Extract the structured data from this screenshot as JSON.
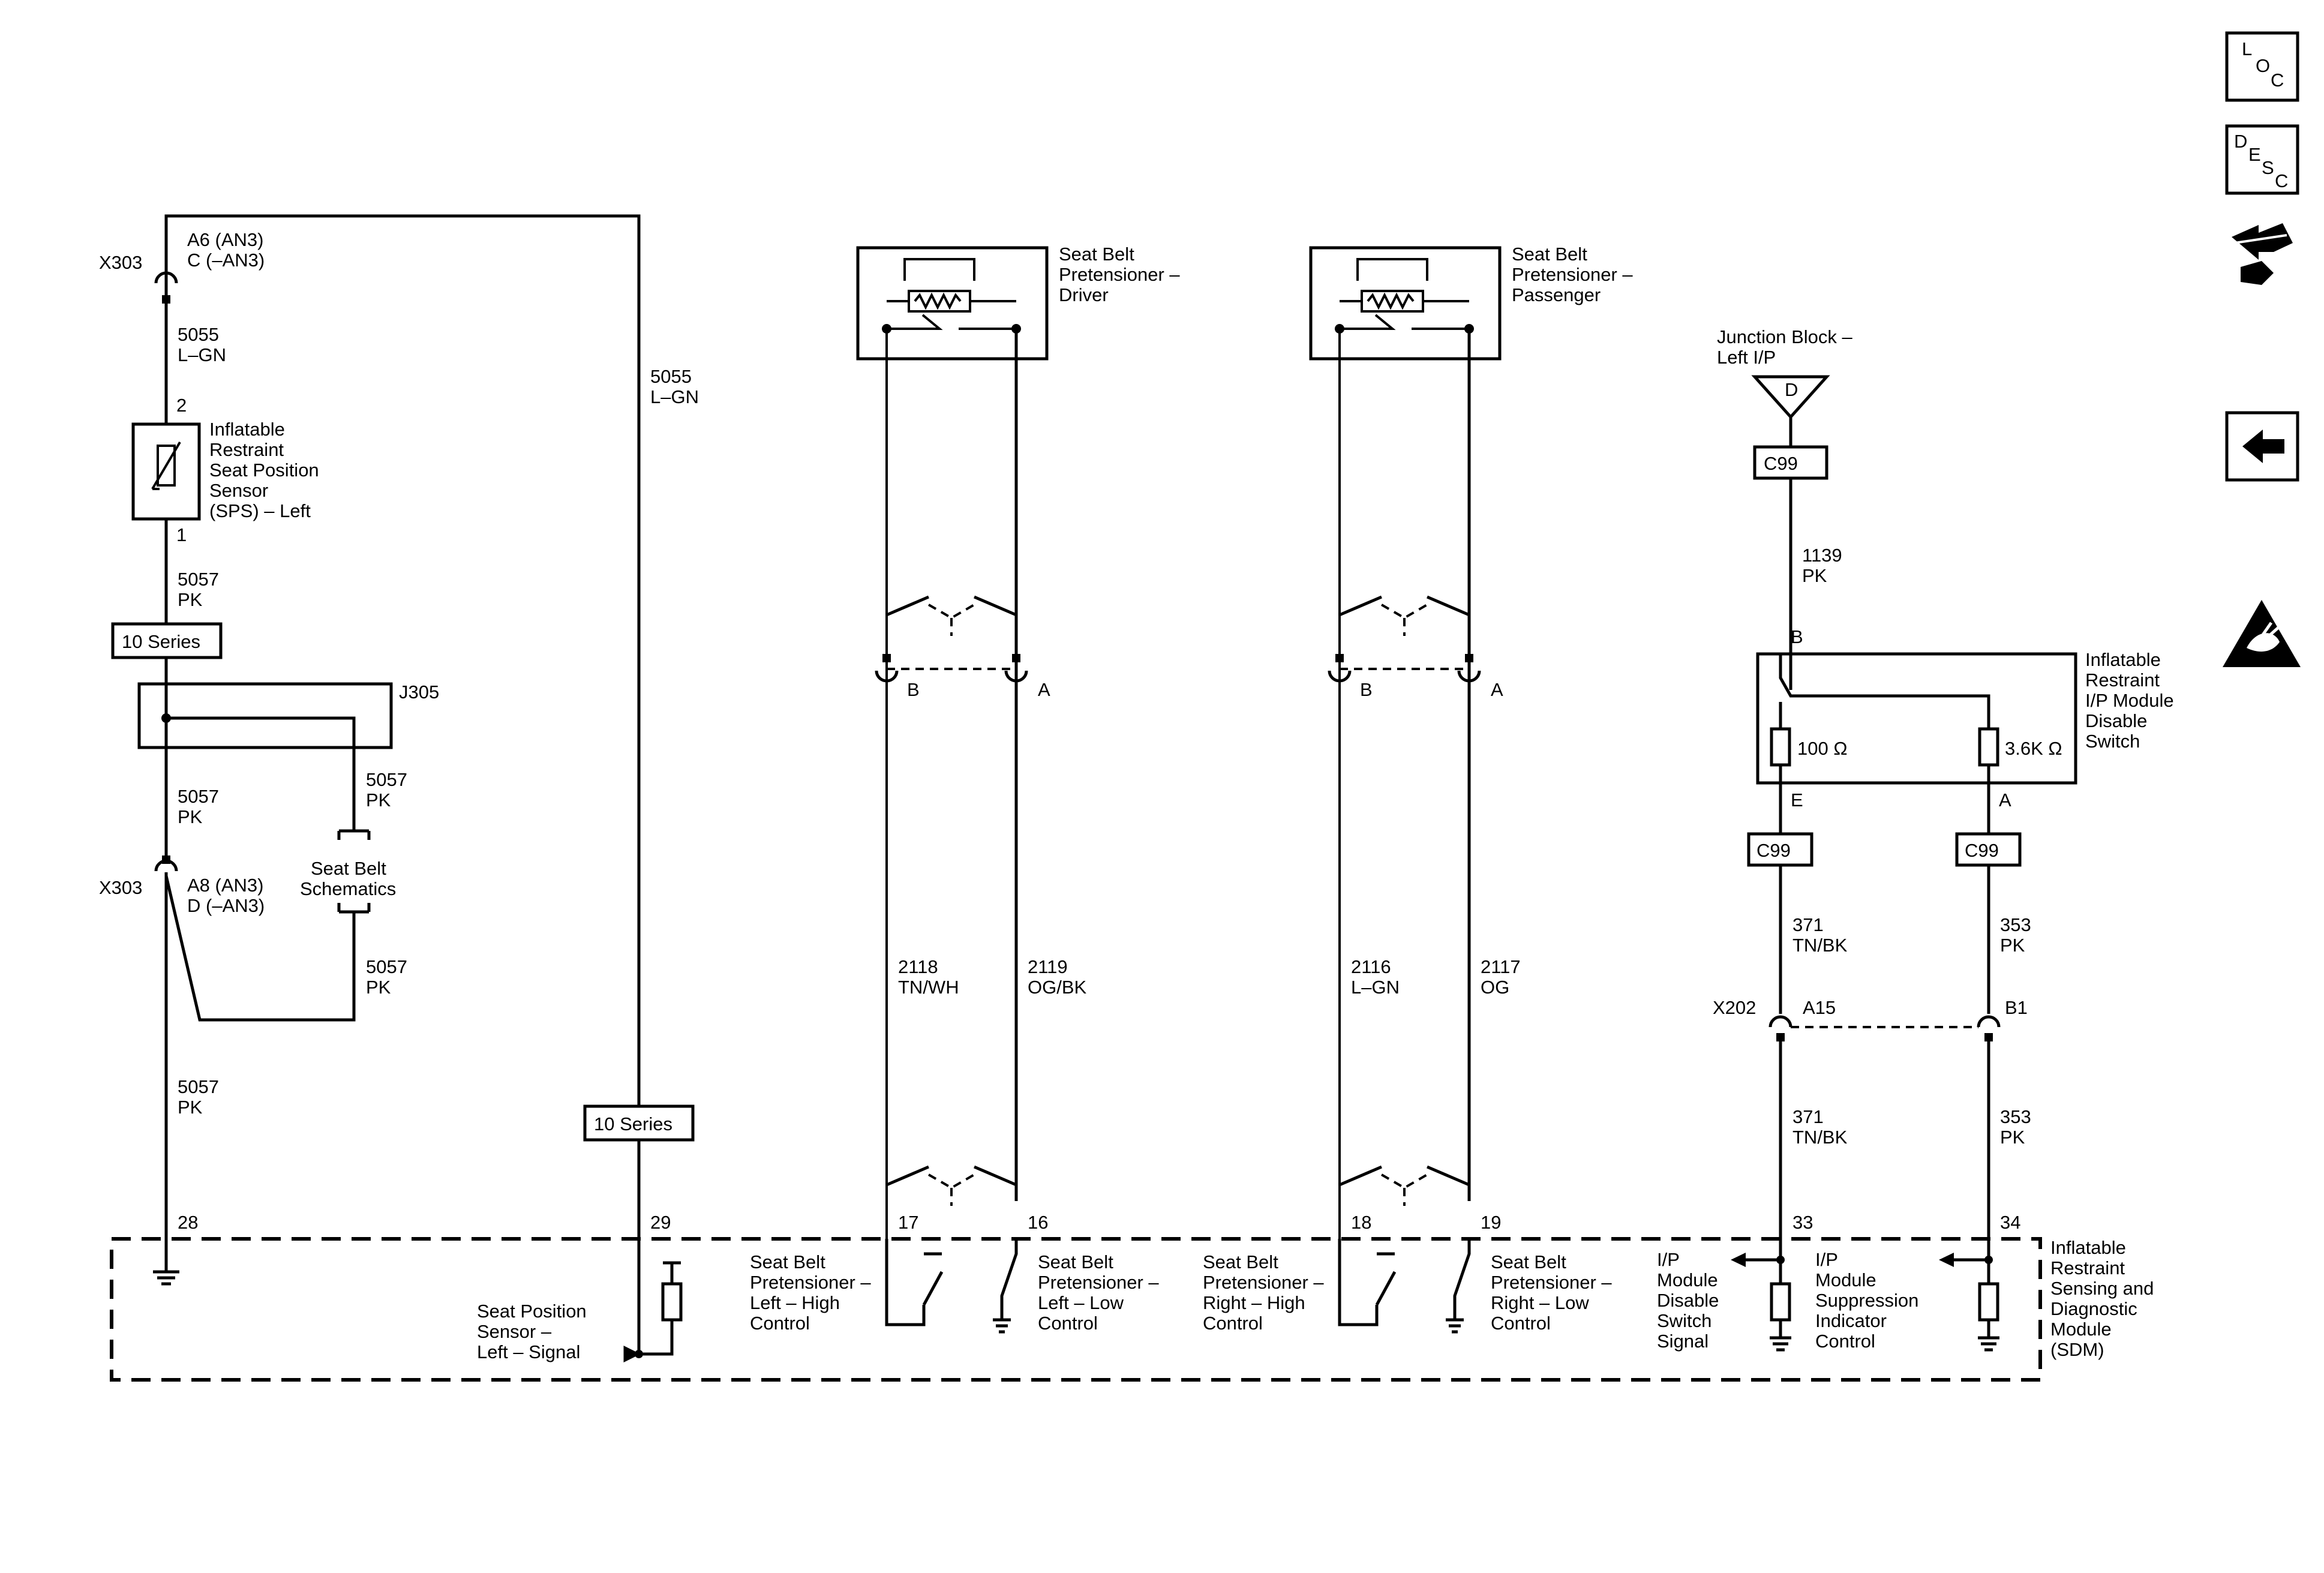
{
  "connectors": {
    "x303": "X303",
    "x303_top_pin_a": "A6 (AN3)",
    "x303_top_pin_c": "C (–AN3)",
    "x303_bottom_pin_a": "A8 (AN3)",
    "x303_bottom_pin_d": "D (–AN3)",
    "j305": "J305",
    "x202": "X202",
    "x202_pin_a15": "A15",
    "x202_pin_b1": "B1",
    "c99": "C99",
    "ten_series": "10 Series",
    "junction_block_d": "D"
  },
  "wires": {
    "w5055": "5055",
    "lgn": "L–GN",
    "w5057": "5057",
    "pk": "PK",
    "w2118": "2118",
    "tnwh": "TN/WH",
    "w2119": "2119",
    "ogbk": "OG/BK",
    "w2116": "2116",
    "w2117": "2117",
    "og": "OG",
    "w1139": "1139",
    "w371": "371",
    "tnbk": "TN/BK",
    "w353": "353"
  },
  "pins": {
    "p2": "2",
    "p1": "1",
    "p28": "28",
    "p29": "29",
    "p17": "17",
    "p16": "16",
    "p18": "18",
    "p19": "19",
    "p33": "33",
    "p34": "34",
    "pB": "B",
    "pA": "A",
    "pE": "E"
  },
  "components": {
    "sps": [
      "Inflatable",
      "Restraint",
      "Seat Position",
      "Sensor",
      "(SPS) – Left"
    ],
    "pretensioner_driver": [
      "Seat Belt",
      "Pretensioner –",
      "Driver"
    ],
    "pretensioner_passenger": [
      "Seat Belt",
      "Pretensioner –",
      "Passenger"
    ],
    "junction_block": [
      "Junction Block –",
      "Left I/P"
    ],
    "disable_switch": [
      "Inflatable",
      "Restraint",
      "I/P Module",
      "Disable",
      "Switch"
    ],
    "resistor_100": "100 Ω",
    "resistor_36k": "3.6K Ω",
    "seat_belt_schematics": [
      "Seat Belt",
      "Schematics"
    ],
    "sdm": [
      "Inflatable",
      "Restraint",
      "Sensing and",
      "Diagnostic",
      "Module",
      "(SDM)"
    ]
  },
  "sdm_labels": {
    "sps_signal": [
      "Seat Position",
      "Sensor –",
      "Left – Signal"
    ],
    "left_high": [
      "Seat Belt",
      "Pretensioner –",
      "Left – High",
      "Control"
    ],
    "left_low": [
      "Seat Belt",
      "Pretensioner –",
      "Left – Low",
      "Control"
    ],
    "right_high": [
      "Seat Belt",
      "Pretensioner –",
      "Right – High",
      "Control"
    ],
    "right_low": [
      "Seat Belt",
      "Pretensioner –",
      "Right – Low",
      "Control"
    ],
    "disable_signal": [
      "I/P",
      "Module",
      "Disable",
      "Switch",
      "Signal"
    ],
    "suppression_control": [
      "I/P",
      "Module",
      "Suppression",
      "Indicator",
      "Control"
    ]
  },
  "sidebar": {
    "loc_letters": [
      "L",
      "O",
      "C"
    ],
    "desc_letters": [
      "D",
      "E",
      "S",
      "C"
    ],
    "loc_icon": "location-icon",
    "desc_icon": "description-icon",
    "connector_icon": "connector-end-view-icon",
    "back_icon": "back-arrow-icon",
    "warning_icon": "esd-warning-icon"
  }
}
